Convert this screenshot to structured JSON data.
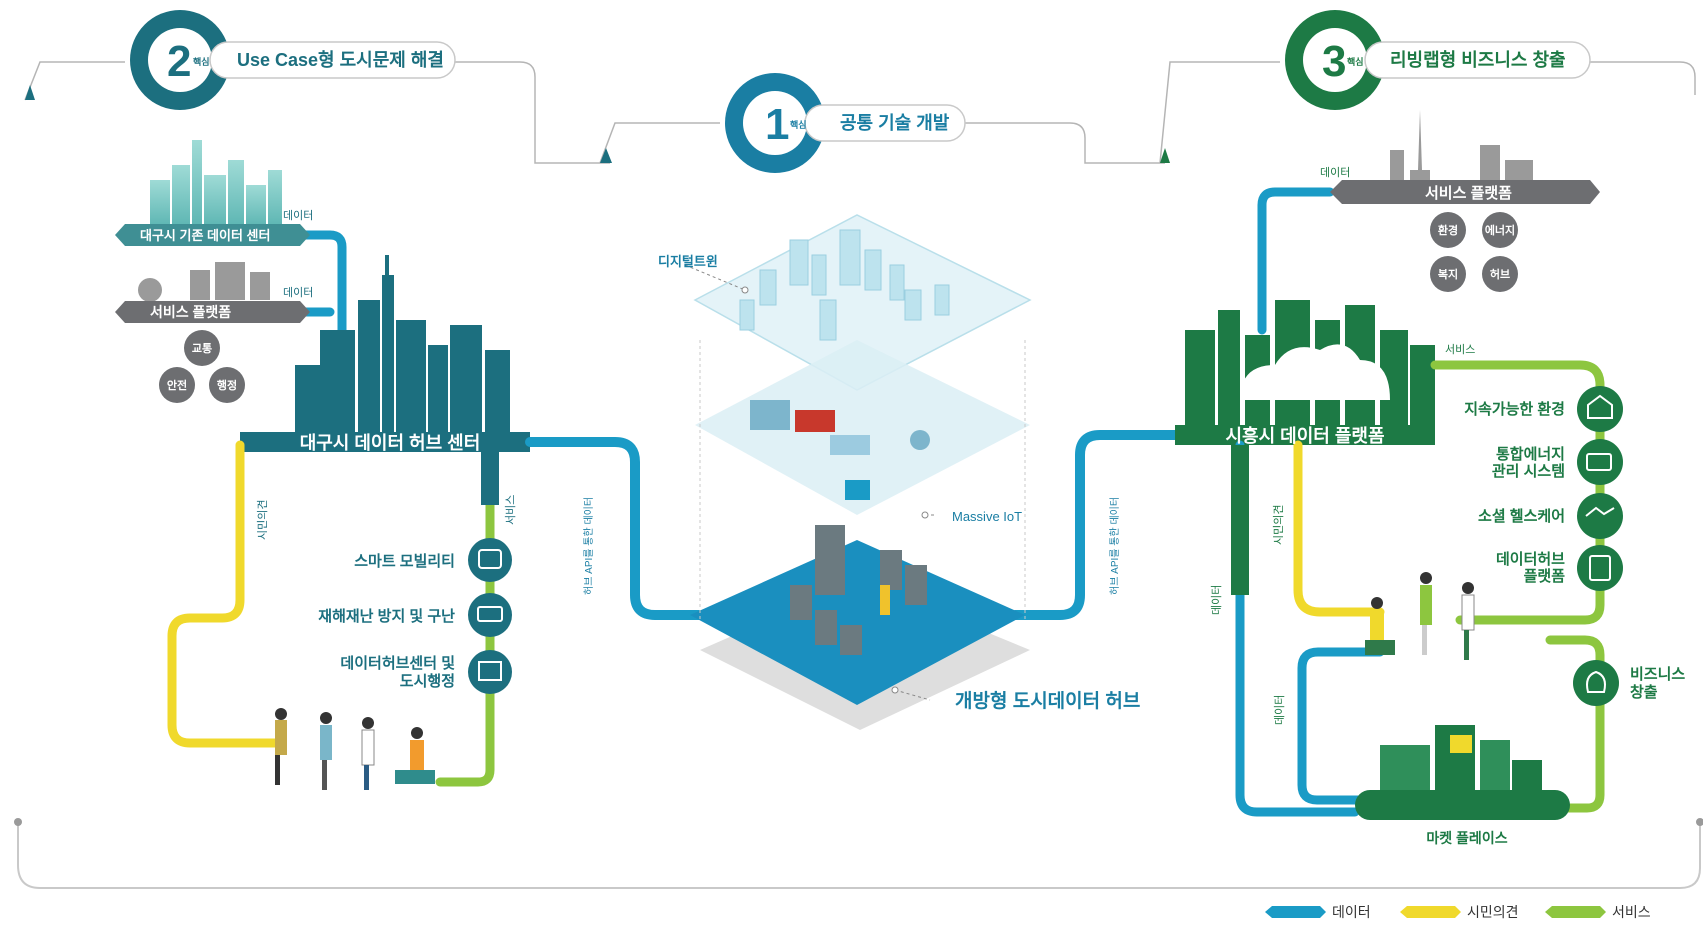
{
  "core1": {
    "num": "1",
    "tag": "핵심",
    "title": "공통 기술 개발"
  },
  "core2": {
    "num": "2",
    "tag": "핵심",
    "title": "Use Case형 도시문제 해결"
  },
  "core3": {
    "num": "3",
    "tag": "핵심",
    "title": "리빙랩형 비즈니스 창출"
  },
  "left": {
    "existing_center": "대구시 기존 데이터 센터",
    "service_platform": "서비스 플랫폼",
    "data1": "데이터",
    "data2": "데이터",
    "domains": [
      "교통",
      "안전",
      "행정"
    ],
    "hub_center": "대구시 데이터 허브 센터",
    "citizen_opinion": "시민의견",
    "service": "서비스",
    "services": [
      "스마트 모빌리티",
      "재해재난 방지 및 구난",
      "데이터허브센터 및\n도시행정"
    ],
    "open_hub_api": "허브 API를 통한 데이터"
  },
  "center": {
    "digital_twin": "디지털트윈",
    "massive_iot": "Massive IoT",
    "open_hub": "개방형 도시데이터 허브"
  },
  "right": {
    "data_top": "데이터",
    "service_platform": "서비스 플랫폼",
    "domains": [
      "환경",
      "에너지",
      "복지",
      "허브"
    ],
    "service": "서비스",
    "hub_center": "시흥시 데이터 플랫폼",
    "services": [
      "지속가능한 환경",
      "통합에너지\n관리 시스템",
      "소셜 헬스케어",
      "데이터허브\n플랫폼"
    ],
    "citizen_opinion": "시민의견",
    "data_left": "데이터",
    "data_inner": "데이터",
    "business": "비즈니스\n창출",
    "marketplace": "마켓 플레이스",
    "open_hub_api": "허브 API를 통한 데이터"
  },
  "legend": [
    {
      "label": "데이터",
      "color": "#1a9bc6"
    },
    {
      "label": "시민의견",
      "color": "#f0d92c"
    },
    {
      "label": "서비스",
      "color": "#8dc63f"
    }
  ],
  "colors": {
    "teal_dark": "#1c6f7f",
    "green_dark": "#1d7a45",
    "data_blue": "#1a9bc6",
    "citizen_yellow": "#f0d92c",
    "service_green": "#8dc63f",
    "gray": "#6d6e71"
  }
}
